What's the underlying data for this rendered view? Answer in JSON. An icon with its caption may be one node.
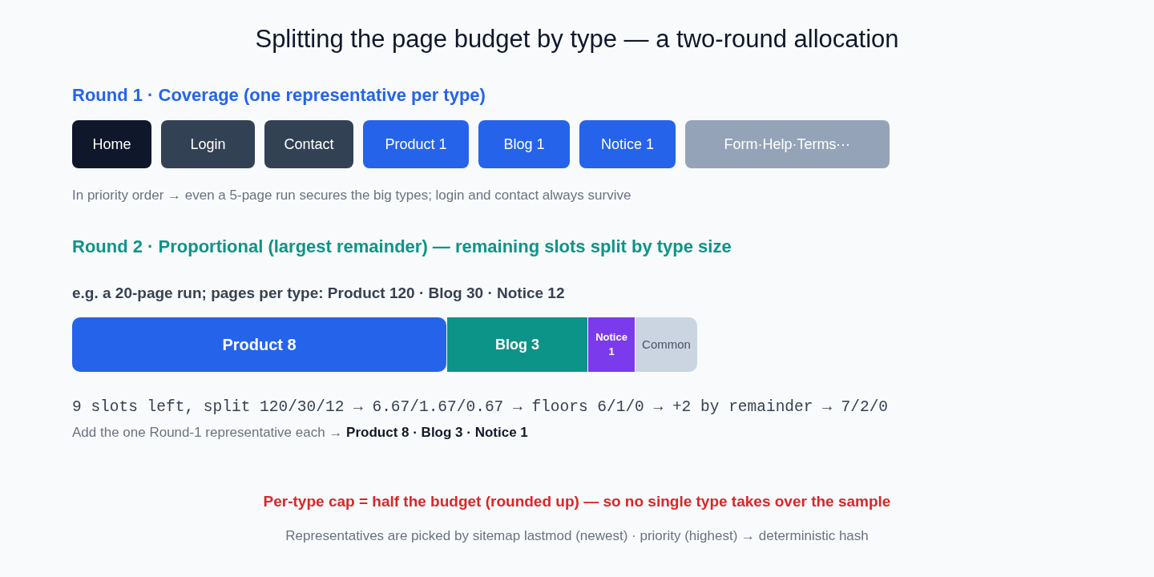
{
  "diagram": {
    "title": "Splitting the page budget by type — a two-round allocation",
    "nodes": [
      {
        "text": [
          "Home"
        ]
      },
      {
        "text": [
          "Login"
        ]
      },
      {
        "text": [
          "Contact"
        ]
      },
      {
        "text": [
          "Product 1"
        ]
      },
      {
        "text": [
          "Blog 1"
        ]
      },
      {
        "text": [
          "Notice 1"
        ]
      },
      {
        "text": [
          "Form·Help·Terms⋯"
        ]
      },
      {
        "text": [
          "Product 8"
        ]
      },
      {
        "text": [
          "Blog 3"
        ]
      },
      {
        "text": [
          "Notice 1"
        ]
      },
      {
        "text": [
          "Common"
        ]
      }
    ],
    "labels": [
      "Round 1 · Coverage (one representative per type)",
      "In priority order → even a 5-page run secures the big types; login and contact always survive",
      "Round 2 · Proportional (largest remainder) — remaining slots split by type size",
      "e.g. a 20-page run; pages per type: Product 120 · Blog 30 · Notice 12",
      "9 slots left, split 120/30/12 → 6.67/1.67/0.67 → floors 6/1/0 → +2 by remainder → 7/2/0",
      "Add the one Round-1 representative each → **Product 8 · Blog 3 · Notice 1**",
      "Per-type cap = half the budget (rounded up) — so no single type takes over the sample",
      "Representatives are picked by sitemap lastmod (newest) · priority (highest) → deterministic hash"
    ]
  }
}
